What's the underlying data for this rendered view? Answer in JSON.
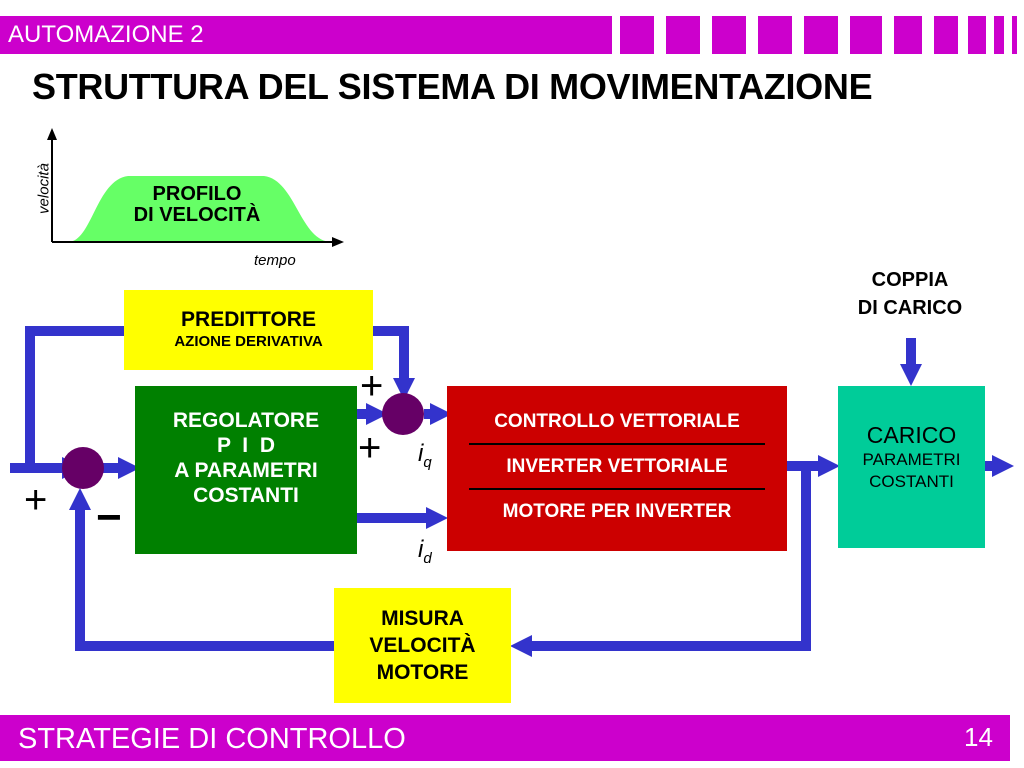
{
  "header": {
    "section": "AUTOMAZIONE 2",
    "title": "STRUTTURA DEL SISTEMA DI MOVIMENTAZIONE"
  },
  "footer": {
    "label": "STRATEGIE DI CONTROLLO",
    "page": "14"
  },
  "colors": {
    "accent": "#cc00cc",
    "arrow": "#3333cc",
    "yellow": "#ffff00",
    "green": "#008000",
    "red": "#cc0000",
    "teal": "#00cc99",
    "summer": "#660066",
    "profile": "#66ff66"
  },
  "profile": {
    "line1": "PROFILO",
    "line2": "DI VELOCITÀ",
    "ylabel": "velocità",
    "xlabel": "tempo"
  },
  "predittore": {
    "line1": "PREDITTORE",
    "line2": "AZIONE DERIVATIVA"
  },
  "regolatore": {
    "line1": "REGOLATORE",
    "line2": "P  I  D",
    "line3": "A PARAMETRI",
    "line4": "COSTANTI"
  },
  "controllo": {
    "line1": "CONTROLLO VETTORIALE",
    "line2": "INVERTER VETTORIALE",
    "line3": "MOTORE PER INVERTER"
  },
  "carico": {
    "line1": "CARICO",
    "line2": "PARAMETRI",
    "line3": "COSTANTI"
  },
  "coppia": {
    "line1": "COPPIA",
    "line2": "DI CARICO"
  },
  "misura": {
    "line1": "MISURA",
    "line2": "VELOCITÀ",
    "line3": "MOTORE"
  },
  "signs": {
    "plus_top": "+",
    "plus_mid": "+",
    "plus_left": "+",
    "minus": "−"
  },
  "signals": {
    "iq_main": "i",
    "iq_sub": "q",
    "id_main": "i",
    "id_sub": "d"
  }
}
